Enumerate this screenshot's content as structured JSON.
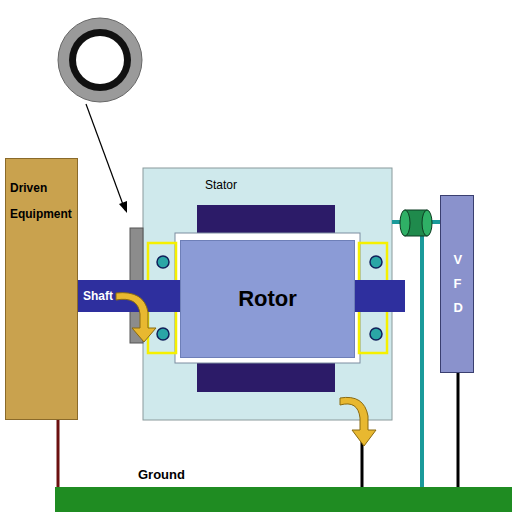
{
  "diagram": {
    "nodes": [
      {
        "text": [
          "Driven Equipment"
        ]
      },
      {
        "text": [
          "Shaft"
        ]
      },
      {
        "text": [
          "Stator"
        ]
      },
      {
        "text": [
          "Rotor"
        ],
        "in": 2
      },
      {
        "text": [
          "VFD"
        ]
      },
      {
        "text": [
          "Ground"
        ]
      }
    ],
    "edges": [
      {
        "from": 0,
        "to": 5,
        "arrow": "none"
      },
      {
        "from": 2,
        "to": 5,
        "arrow": "none"
      },
      {
        "from": 2,
        "to": 4,
        "arrow": "none"
      },
      {
        "from": 2,
        "to": 5,
        "arrow": "none"
      },
      {
        "from": 4,
        "to": 5,
        "arrow": "none"
      }
    ]
  }
}
